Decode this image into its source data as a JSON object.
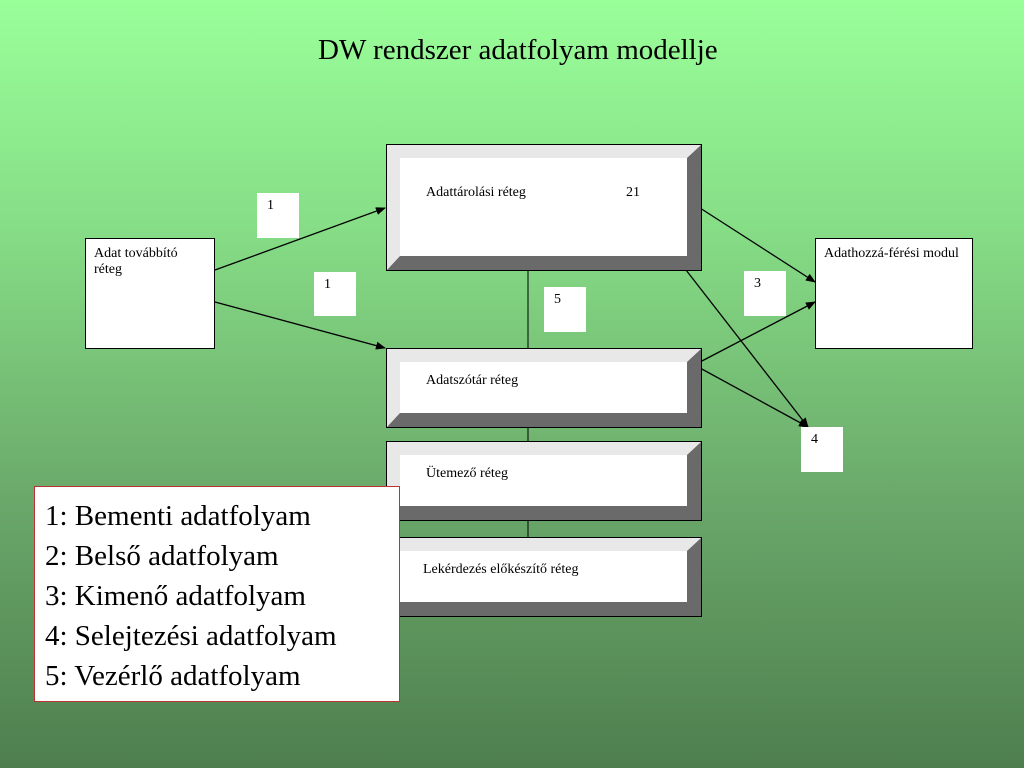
{
  "title": "DW rendszer adatfolyam modellje",
  "left_box": {
    "label": "Adat továbbító réteg"
  },
  "right_box": {
    "label": "Adathozzá-férési modul"
  },
  "layers": {
    "storage": {
      "label": "Adattárolási réteg",
      "number": "21"
    },
    "dictionary": {
      "label": "Adatszótár réteg"
    },
    "scheduler": {
      "label": "Ütemező réteg"
    },
    "query": {
      "label": "Lekérdezés előkészítő  réteg"
    }
  },
  "flow_labels": {
    "in_top": "1",
    "in_bottom": "1",
    "control": "5",
    "out": "3",
    "purge": "4"
  },
  "legend": [
    "1: Bementi adatfolyam",
    "2: Belső adatfolyam",
    "3: Kimenő adatfolyam",
    "4: Selejtezési adatfolyam",
    "5: Vezérlő adatfolyam"
  ]
}
